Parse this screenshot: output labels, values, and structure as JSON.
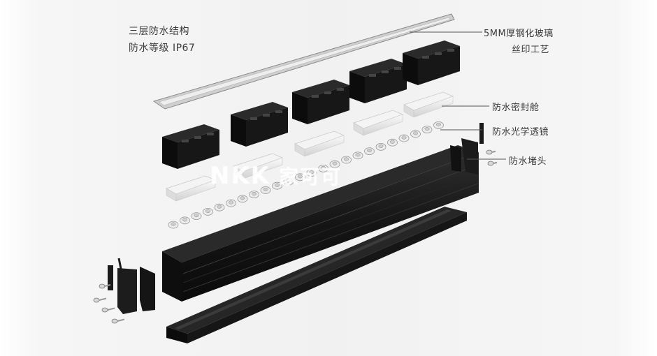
{
  "header_text": {
    "line1": "三层防水结构",
    "line2": "防水等级 IP67"
  },
  "callouts": {
    "glass_line1": "5MM厚钢化玻璃",
    "glass_line2": "丝印工艺",
    "sealed_cabin": "防水密封舱",
    "optical_lens": "防水光学透镜",
    "end_cap": "防水堵头"
  },
  "watermark": {
    "brand": "NKK",
    "chinese": "家可可"
  },
  "colors": {
    "housing": "#151515",
    "housing_light": "#2b2b2b",
    "glass_frame": "#bfbfbf",
    "glass_fill": "#e9e9e9",
    "lens": "#e6e6e6",
    "leader_line": "#555555",
    "text": "#3a3a3a"
  }
}
